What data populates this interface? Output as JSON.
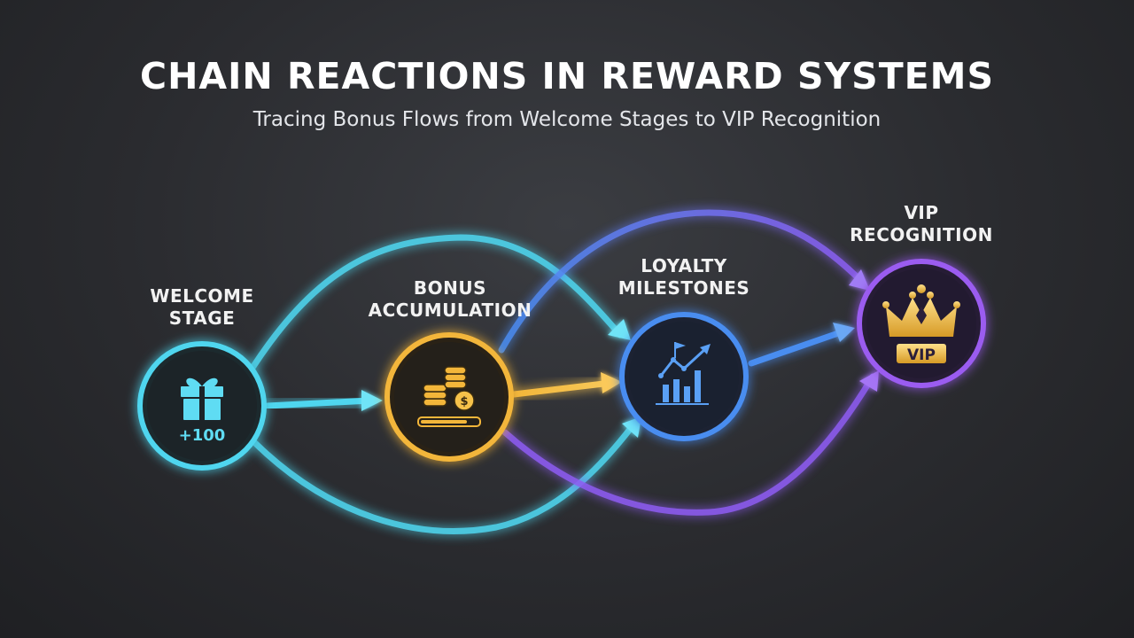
{
  "header": {
    "title": "CHAIN REACTIONS IN REWARD SYSTEMS",
    "subtitle": "Tracing Bonus Flows from Welcome Stages to VIP Recognition"
  },
  "stages": [
    {
      "id": "welcome",
      "label_line1": "WELCOME",
      "label_line2": "STAGE",
      "icon": "gift-icon",
      "badge": "+100",
      "color": "#4fd6ef"
    },
    {
      "id": "bonus",
      "label_line1": "BONUS",
      "label_line2": "ACCUMULATION",
      "icon": "coins-icon",
      "color": "#f3b63a"
    },
    {
      "id": "loyalty",
      "label_line1": "LOYALTY",
      "label_line2": "MILESTONES",
      "icon": "growth-chart-icon",
      "color": "#4a8df0"
    },
    {
      "id": "vip",
      "label_line1": "VIP",
      "label_line2": "RECOGNITION",
      "icon": "crown-icon",
      "badge": "VIP",
      "color": "#9b5cf0"
    }
  ]
}
